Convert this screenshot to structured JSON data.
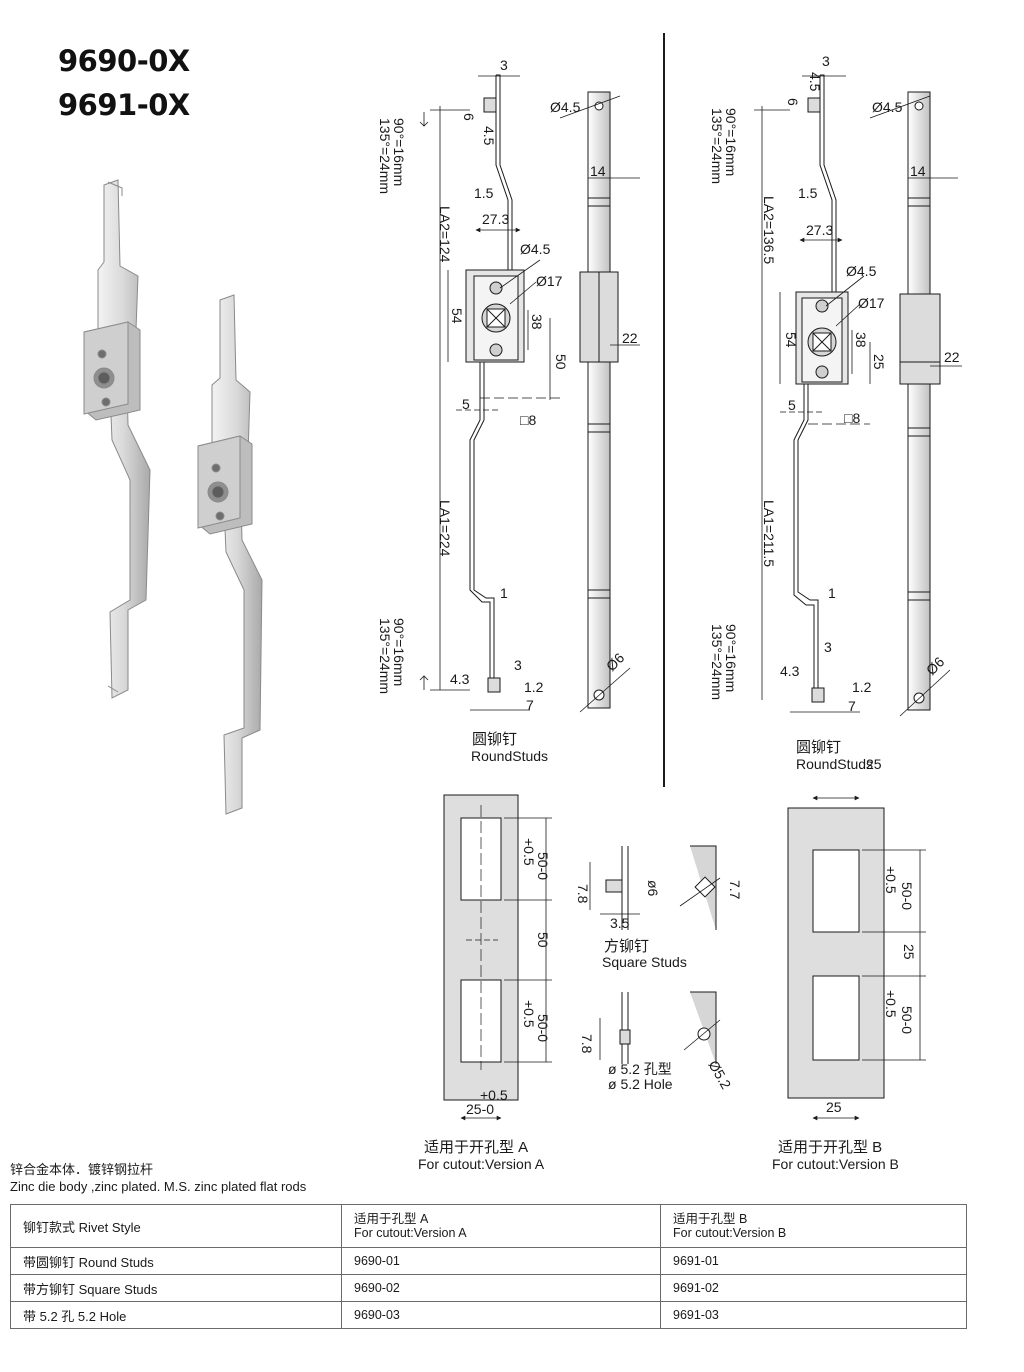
{
  "models": [
    "9690-0X",
    "9691-0X"
  ],
  "left_drawing": {
    "dims": {
      "d3": "3",
      "d4_5_a": "4.5",
      "d6_a": "6",
      "d4_5_b": "4.5",
      "bend_top": "90°=16mm",
      "bend_top2": "135°=24mm",
      "phi4_5": "Ø4.5",
      "w14": "14",
      "d1_5": "1.5",
      "d27_3": "27.3",
      "phi4_5_b": "Ø4.5",
      "phi17": "Ø17",
      "la2": "LA2=124",
      "d54": "54",
      "d38": "38",
      "d50": "50",
      "d22": "22",
      "d5": "5",
      "sq8": "□8",
      "la1": "LA1=224",
      "d1": "1",
      "bend_bot": "90°=16mm",
      "bend_bot2": "135°=24mm",
      "d3_b": "3",
      "d4_3": "4.3",
      "d1_2": "1.2",
      "d7": "7",
      "phi6": "Ø6"
    },
    "caption_cn": "圆铆钉",
    "caption_en": "RoundStuds"
  },
  "right_drawing": {
    "dims": {
      "d3": "3",
      "d4_5_a": "4.5",
      "d6_a": "6",
      "phi4_5": "Ø4.5",
      "bend_top": "90°=16mm",
      "bend_top2": "135°=24mm",
      "w14": "14",
      "d1_5": "1.5",
      "d27_3": "27.3",
      "la2": "LA2=136.5",
      "phi4_5_b": "Ø4.5",
      "phi17": "Ø17",
      "d54": "54",
      "d38": "38",
      "d25": "25",
      "d22": "22",
      "d5": "5",
      "sq8": "□8",
      "la1": "LA1=211.5",
      "d1": "1",
      "bend_bot": "90°=16mm",
      "bend_bot2": "135°=24mm",
      "d3_b": "3",
      "d4_3": "4.3",
      "d1_2": "1.2",
      "d7": "7",
      "phi6": "Ø6"
    },
    "caption_cn": "圆铆钉",
    "caption_en": "RoundStuds",
    "caption_suffix": "25"
  },
  "cutout_a": {
    "tol": "+0.5",
    "d50_0": "50-0",
    "d50": "50",
    "tol2": "+0.5",
    "d50_0b": "50-0",
    "tol3": "+0.5",
    "d25_0": "25-0",
    "caption_cn": "适用于开孔型 A",
    "caption_en": "For cutout:Version A"
  },
  "cutout_b": {
    "tol": "+0.5",
    "d50_0": "50-0",
    "d25": "25",
    "tol2": "+0.5",
    "d50_0b": "50-0",
    "d25b": "25",
    "caption_cn": "适用于开孔型 B",
    "caption_en": "For cutout:Version B"
  },
  "studs": {
    "sq_d7_8": "7.8",
    "sq_phi6": "ø6",
    "sq_d3_5": "3.5",
    "sq_d7_7": "7.7",
    "square_cn": "方铆钉",
    "square_en": "Square Studs",
    "hole_d7_8": "7.8",
    "hole_phi5_2": "Ø5.2",
    "hole_cn": "ø 5.2 孔型",
    "hole_en": "ø 5.2 Hole"
  },
  "description": {
    "cn": "锌合金本体．镀锌钢拉杆",
    "en": "Zinc die body ,zinc plated. M.S. zinc plated flat rods"
  },
  "table": {
    "header": {
      "col1": "铆钉款式 Rivet Style",
      "col2_cn": "适用于孔型 A",
      "col2_en": "For cutout:Version A",
      "col3_cn": "适用于孔型 B",
      "col3_en": "For cutout:Version B"
    },
    "rows": [
      {
        "style": "带圆铆钉 Round Studs",
        "a": "9690-01",
        "b": "9691-01"
      },
      {
        "style": "带方铆钉 Square Studs",
        "a": "9690-02",
        "b": "9691-02"
      },
      {
        "style": "带 5.2 孔 5.2 Hole",
        "a": "9690-03",
        "b": "9691-03"
      }
    ]
  }
}
